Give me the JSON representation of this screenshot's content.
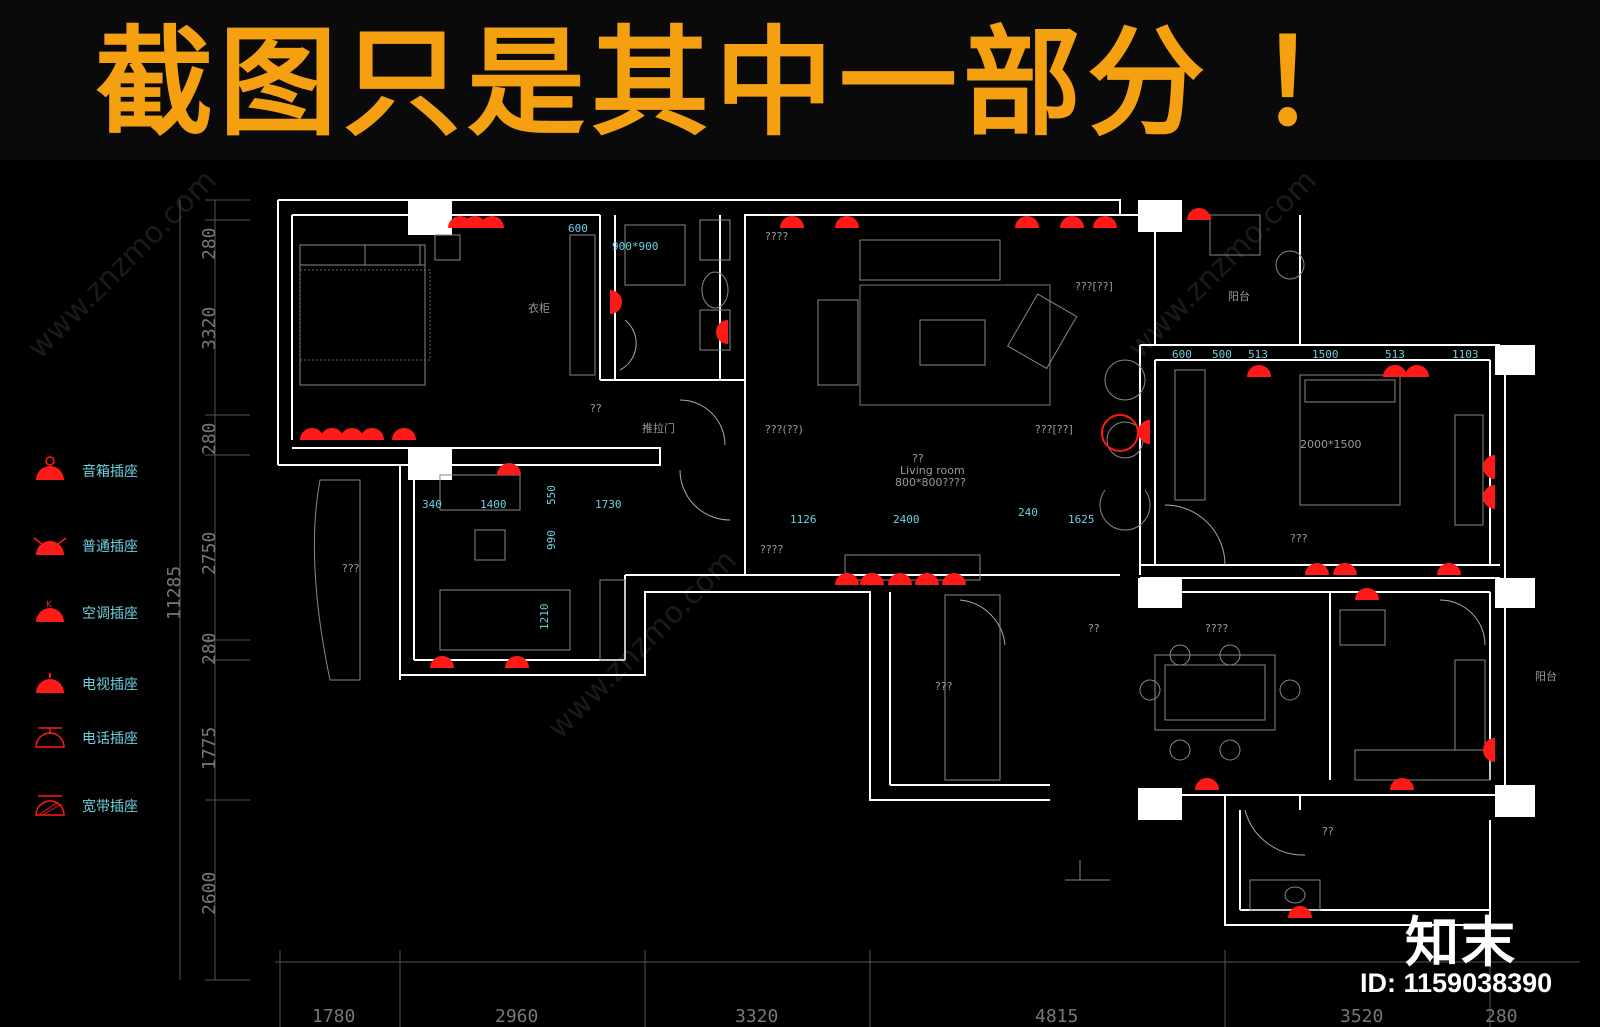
{
  "banner": {
    "text": "截图只是其中一部分 ！",
    "color": "#f5a011"
  },
  "legend": [
    {
      "label": "音箱插座",
      "icon": "speaker-socket-icon"
    },
    {
      "label": "普通插座",
      "icon": "general-socket-icon"
    },
    {
      "label": "空调插座",
      "icon": "ac-socket-icon"
    },
    {
      "label": "电视插座",
      "icon": "tv-socket-icon"
    },
    {
      "label": "电话插座",
      "icon": "phone-socket-icon"
    },
    {
      "label": "宽带插座",
      "icon": "broadband-socket-icon"
    }
  ],
  "dimensions": {
    "left": [
      "280",
      "3320",
      "280",
      "2750",
      "280",
      "1775",
      "2600"
    ],
    "left_total": "11285",
    "bottom": [
      "1780",
      "2960",
      "3320",
      "4815",
      "3520",
      "280"
    ]
  },
  "interior_dims": {
    "wardrobe": "600",
    "shower": "900*900",
    "study": [
      "340",
      "1400",
      "1730",
      "550",
      "990",
      "1210"
    ],
    "bedroom2_top": [
      "600",
      "500",
      "513",
      "1500",
      "513",
      "1103"
    ],
    "bedroom2_bed": "2000*1500",
    "living": [
      "1126",
      "2400",
      "240",
      "1625"
    ]
  },
  "room_labels": {
    "living_cn": "??",
    "living_en": "Living room",
    "living_sub": "800*800????",
    "balcony": "阳台",
    "balcony_right": "阳台",
    "bedroom_master": "??",
    "bedroom_second": "???",
    "study": "???",
    "bay_left": "???",
    "store": "???",
    "dining": "??",
    "bath": "??",
    "kitchen": "????",
    "small": "????",
    "wall_note": "???(??)",
    "tv_note": "???[??]",
    "door_note": "????",
    "sofa_note": "???[??]",
    "misc": "????",
    "bed_note": "衣柜",
    "door_tag": "推拉门"
  },
  "socket_color": "#ff1a1a",
  "watermark": {
    "logo": "知末",
    "id": "ID: 1159038390",
    "url": "www.znzmo.com"
  }
}
